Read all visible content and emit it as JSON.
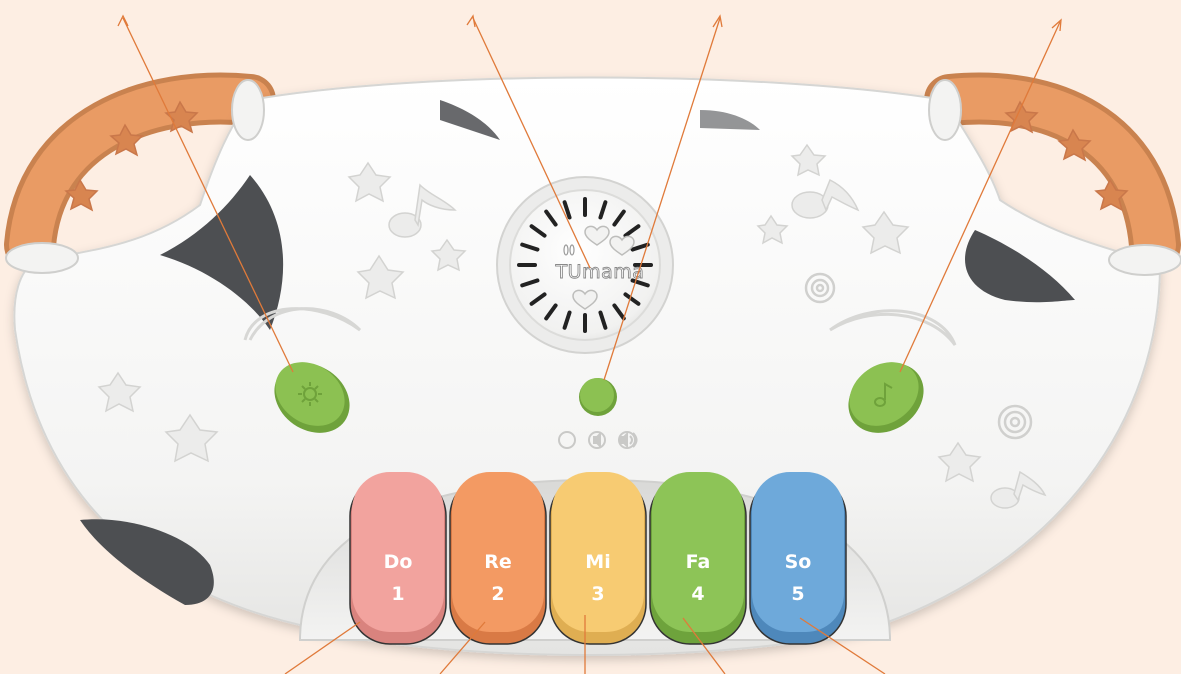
{
  "brand": {
    "logo_text": "TUmama"
  },
  "keys": [
    {
      "note": "Do",
      "number": "1",
      "color": "#f2a39e",
      "shade": "#d9837e"
    },
    {
      "note": "Re",
      "number": "2",
      "color": "#f39a63",
      "shade": "#d97a45"
    },
    {
      "note": "Mi",
      "number": "3",
      "color": "#f7cb72",
      "shade": "#dfae52"
    },
    {
      "note": "Fa",
      "number": "4",
      "color": "#8dc457",
      "shade": "#6ea33c"
    },
    {
      "note": "So",
      "number": "5",
      "color": "#6ea9da",
      "shade": "#4e88bb"
    }
  ],
  "colors": {
    "background": "#fdeee3",
    "body": "#f7f7f6",
    "handle": "#e89a63",
    "green_button": "#8cc152",
    "callout_line": "#e07a3a",
    "patch": "#4d4f52"
  },
  "icons": {
    "left_button": "gear-icon",
    "right_button": "music-note-icon",
    "volume_indicators": [
      "mute-circle-icon",
      "speaker-low-icon",
      "speaker-high-icon"
    ]
  }
}
